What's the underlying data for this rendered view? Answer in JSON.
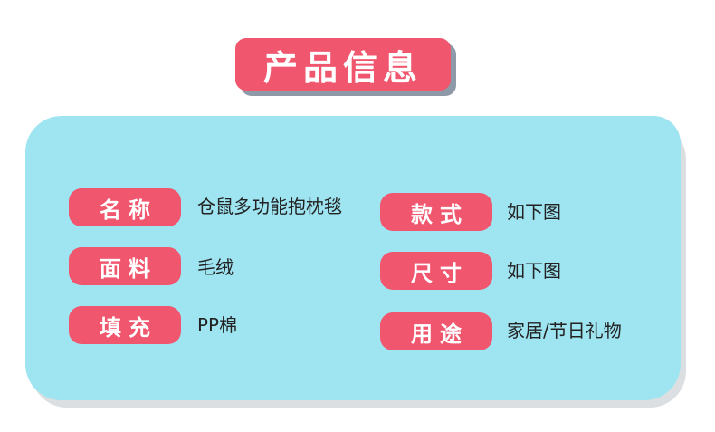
{
  "title": "产品信息",
  "colors": {
    "accent": "#f0566d",
    "panel": "#9fe4f1",
    "text": "#222222"
  },
  "left": [
    {
      "label": "名称",
      "value": "仓鼠多功能抱枕毯"
    },
    {
      "label": "面料",
      "value": "毛绒"
    },
    {
      "label": "填充",
      "value": "PP棉"
    }
  ],
  "right": [
    {
      "label": "款式",
      "value": "如下图"
    },
    {
      "label": "尺寸",
      "value": "如下图"
    },
    {
      "label": "用途",
      "value": "家居/节日礼物"
    }
  ]
}
